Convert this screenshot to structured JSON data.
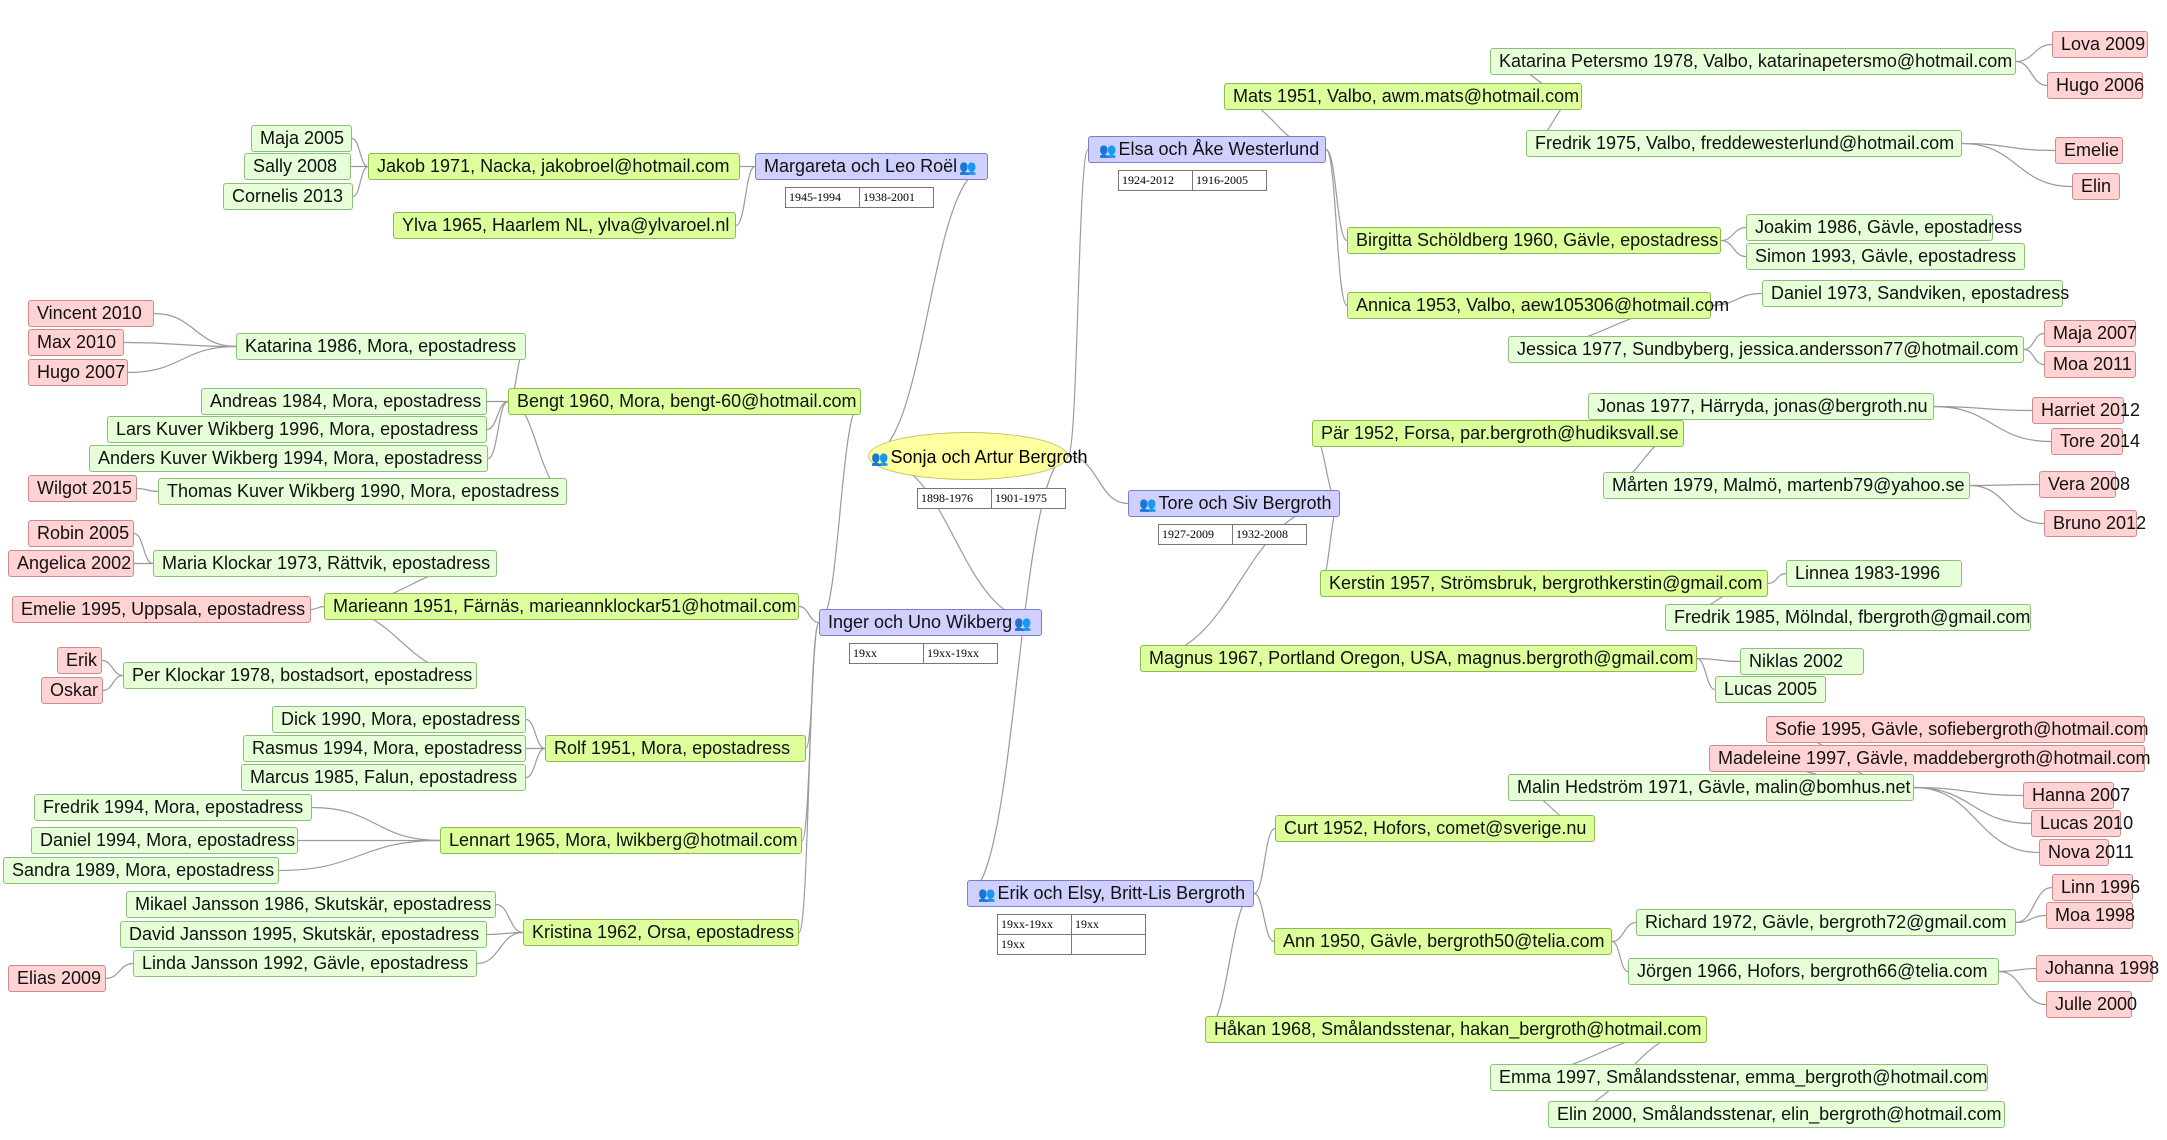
{
  "root": {
    "label": "Sonja och Artur Bergroth",
    "dates": [
      [
        "1898-1976",
        "1901-1975"
      ]
    ]
  },
  "couples": [
    {
      "id": "margareta",
      "label": "Margareta och Leo Roël",
      "dates": [
        [
          "1945-1994",
          "1938-2001"
        ]
      ]
    },
    {
      "id": "inger",
      "label": "Inger och Uno Wikberg",
      "dates": [
        [
          "19xx",
          "19xx-19xx"
        ]
      ]
    },
    {
      "id": "elsa",
      "label": "Elsa och Åke Westerlund",
      "dates": [
        [
          "1924-2012",
          "1916-2005"
        ]
      ]
    },
    {
      "id": "tore",
      "label": "Tore och Siv Bergroth",
      "dates": [
        [
          "1927-2009",
          "1932-2008"
        ]
      ]
    },
    {
      "id": "erik",
      "label": "Erik och Elsy, Britt-Lis Bergroth",
      "dates": [
        [
          "19xx-19xx",
          "19xx"
        ],
        [
          "19xx",
          ""
        ]
      ]
    }
  ],
  "people": [
    {
      "id": "jakob",
      "label": "Jakob 1971, Nacka, jakobroel@hotmail.com"
    },
    {
      "id": "ylva",
      "label": "Ylva 1965, Haarlem NL, ylva@ylvaroel.nl"
    },
    {
      "id": "maja2005",
      "label": "Maja 2005"
    },
    {
      "id": "sally",
      "label": "Sally 2008"
    },
    {
      "id": "cornelis",
      "label": "Cornelis 2013"
    },
    {
      "id": "katarina86",
      "label": "Katarina 1986, Mora, epostadress"
    },
    {
      "id": "vincent",
      "label": "Vincent 2010"
    },
    {
      "id": "max",
      "label": "Max 2010"
    },
    {
      "id": "hugo2007",
      "label": "Hugo 2007"
    },
    {
      "id": "bengt",
      "label": "Bengt 1960, Mora, bengt-60@hotmail.com"
    },
    {
      "id": "andreas",
      "label": "Andreas 1984, Mora, epostadress"
    },
    {
      "id": "lars",
      "label": "Lars Kuver Wikberg 1996, Mora, epostadress"
    },
    {
      "id": "anders",
      "label": "Anders Kuver Wikberg 1994, Mora, epostadress"
    },
    {
      "id": "thomas",
      "label": "Thomas Kuver Wikberg 1990, Mora, epostadress"
    },
    {
      "id": "wilgot",
      "label": "Wilgot 2015"
    },
    {
      "id": "maria",
      "label": "Maria Klockar 1973, Rättvik, epostadress"
    },
    {
      "id": "robin",
      "label": "Robin 2005"
    },
    {
      "id": "angelica",
      "label": "Angelica 2002"
    },
    {
      "id": "emelie1995",
      "label": "Emelie 1995, Uppsala, epostadress"
    },
    {
      "id": "marieann",
      "label": "Marieann 1951, Färnäs, marieannklockar51@hotmail.com"
    },
    {
      "id": "per",
      "label": "Per Klockar 1978, bostadsort, epostadress"
    },
    {
      "id": "erikk",
      "label": "Erik"
    },
    {
      "id": "oskar",
      "label": "Oskar"
    },
    {
      "id": "dick",
      "label": "Dick 1990, Mora, epostadress"
    },
    {
      "id": "rasmus",
      "label": "Rasmus 1994, Mora, epostadress"
    },
    {
      "id": "marcus",
      "label": "Marcus 1985, Falun, epostadress"
    },
    {
      "id": "rolf",
      "label": "Rolf 1951, Mora, epostadress"
    },
    {
      "id": "fredrik1994",
      "label": "Fredrik 1994, Mora, epostadress"
    },
    {
      "id": "daniel1994",
      "label": "Daniel 1994, Mora, epostadress"
    },
    {
      "id": "sandra",
      "label": "Sandra 1989, Mora, epostadress"
    },
    {
      "id": "lennart",
      "label": "Lennart 1965, Mora, lwikberg@hotmail.com"
    },
    {
      "id": "mikael",
      "label": "Mikael Jansson 1986, Skutskär, epostadress"
    },
    {
      "id": "david",
      "label": "David Jansson 1995, Skutskär, epostadress"
    },
    {
      "id": "linda",
      "label": "Linda Jansson 1992, Gävle, epostadress"
    },
    {
      "id": "elias",
      "label": "Elias 2009"
    },
    {
      "id": "kristina",
      "label": "Kristina 1962, Orsa, epostadress"
    },
    {
      "id": "mats",
      "label": "Mats 1951, Valbo, awm.mats@hotmail.com"
    },
    {
      "id": "katarinap",
      "label": "Katarina Petersmo 1978, Valbo, katarinapetersmo@hotmail.com"
    },
    {
      "id": "lova",
      "label": "Lova 2009"
    },
    {
      "id": "hugo2006",
      "label": "Hugo 2006"
    },
    {
      "id": "fredrik1975",
      "label": "Fredrik 1975, Valbo, freddewesterlund@hotmail.com"
    },
    {
      "id": "emelie",
      "label": "Emelie"
    },
    {
      "id": "elin",
      "label": "Elin"
    },
    {
      "id": "birgitta",
      "label": "Birgitta Schöldberg 1960, Gävle, epostadress"
    },
    {
      "id": "joakim",
      "label": "Joakim 1986, Gävle, epostadress"
    },
    {
      "id": "simon",
      "label": "Simon 1993, Gävle, epostadress"
    },
    {
      "id": "annica",
      "label": "Annica 1953, Valbo, aew105306@hotmail.com"
    },
    {
      "id": "daniel1973",
      "label": "Daniel 1973, Sandviken, epostadress"
    },
    {
      "id": "jessica",
      "label": "Jessica 1977, Sundbyberg, jessica.andersson77@hotmail.com"
    },
    {
      "id": "maja2007",
      "label": "Maja 2007"
    },
    {
      "id": "moa2011",
      "label": "Moa 2011"
    },
    {
      "id": "par",
      "label": "Pär 1952, Forsa, par.bergroth@hudiksvall.se"
    },
    {
      "id": "jonas",
      "label": "Jonas 1977, Härryda, jonas@bergroth.nu"
    },
    {
      "id": "harriet",
      "label": "Harriet 2012"
    },
    {
      "id": "tore2014",
      "label": "Tore 2014"
    },
    {
      "id": "marten",
      "label": "Mårten 1979, Malmö, martenb79@yahoo.se"
    },
    {
      "id": "vera",
      "label": "Vera 2008"
    },
    {
      "id": "bruno",
      "label": "Bruno 2012"
    },
    {
      "id": "kerstin",
      "label": "Kerstin 1957, Strömsbruk, bergrothkerstin@gmail.com"
    },
    {
      "id": "linnea",
      "label": "Linnea 1983-1996"
    },
    {
      "id": "fredrik1985",
      "label": "Fredrik 1985, Mölndal, fbergroth@gmail.com"
    },
    {
      "id": "magnus",
      "label": "Magnus 1967, Portland Oregon, USA, magnus.bergroth@gmail.com"
    },
    {
      "id": "niklas",
      "label": "Niklas 2002"
    },
    {
      "id": "lucas2005",
      "label": "Lucas 2005"
    },
    {
      "id": "sofie",
      "label": "Sofie 1995, Gävle, sofiebergroth@hotmail.com"
    },
    {
      "id": "madeleine",
      "label": "Madeleine 1997, Gävle, maddebergroth@hotmail.com"
    },
    {
      "id": "malin",
      "label": "Malin Hedström 1971, Gävle, malin@bomhus.net"
    },
    {
      "id": "hanna",
      "label": "Hanna 2007"
    },
    {
      "id": "lucas2010",
      "label": "Lucas 2010"
    },
    {
      "id": "nova",
      "label": "Nova 2011"
    },
    {
      "id": "curt",
      "label": "Curt 1952, Hofors, comet@sverige.nu"
    },
    {
      "id": "linn",
      "label": "Linn 1996"
    },
    {
      "id": "moa1998",
      "label": "Moa 1998"
    },
    {
      "id": "richard",
      "label": "Richard 1972, Gävle, bergroth72@gmail.com"
    },
    {
      "id": "ann",
      "label": "Ann 1950, Gävle, bergroth50@telia.com"
    },
    {
      "id": "jorgen",
      "label": "Jörgen 1966, Hofors, bergroth66@telia.com"
    },
    {
      "id": "johanna",
      "label": "Johanna 1998"
    },
    {
      "id": "julle",
      "label": "Julle 2000"
    },
    {
      "id": "hakan",
      "label": "Håkan 1968, Smålandsstenar, hakan_bergroth@hotmail.com"
    },
    {
      "id": "emma",
      "label": "Emma 1997, Smålandsstenar, emma_bergroth@hotmail.com"
    },
    {
      "id": "elin2000",
      "label": "Elin 2000, Smålandsstenar, elin_bergroth@hotmail.com"
    }
  ],
  "links": [
    [
      "root",
      "margareta"
    ],
    [
      "root",
      "inger"
    ],
    [
      "root",
      "elsa"
    ],
    [
      "root",
      "tore"
    ],
    [
      "root",
      "erik"
    ],
    [
      "margareta",
      "jakob"
    ],
    [
      "margareta",
      "ylva"
    ],
    [
      "jakob",
      "maja2005"
    ],
    [
      "jakob",
      "sally"
    ],
    [
      "jakob",
      "cornelis"
    ],
    [
      "inger",
      "bengt"
    ],
    [
      "inger",
      "marieann"
    ],
    [
      "inger",
      "rolf"
    ],
    [
      "inger",
      "lennart"
    ],
    [
      "inger",
      "kristina"
    ],
    [
      "bengt",
      "katarina86"
    ],
    [
      "bengt",
      "andreas"
    ],
    [
      "bengt",
      "lars"
    ],
    [
      "bengt",
      "anders"
    ],
    [
      "bengt",
      "thomas"
    ],
    [
      "katarina86",
      "vincent"
    ],
    [
      "katarina86",
      "max"
    ],
    [
      "katarina86",
      "hugo2007"
    ],
    [
      "thomas",
      "wilgot"
    ],
    [
      "marieann",
      "maria"
    ],
    [
      "marieann",
      "emelie1995"
    ],
    [
      "marieann",
      "per"
    ],
    [
      "maria",
      "robin"
    ],
    [
      "maria",
      "angelica"
    ],
    [
      "per",
      "erikk"
    ],
    [
      "per",
      "oskar"
    ],
    [
      "rolf",
      "dick"
    ],
    [
      "rolf",
      "rasmus"
    ],
    [
      "rolf",
      "marcus"
    ],
    [
      "lennart",
      "fredrik1994"
    ],
    [
      "lennart",
      "daniel1994"
    ],
    [
      "lennart",
      "sandra"
    ],
    [
      "kristina",
      "mikael"
    ],
    [
      "kristina",
      "david"
    ],
    [
      "kristina",
      "linda"
    ],
    [
      "linda",
      "elias"
    ],
    [
      "elsa",
      "mats"
    ],
    [
      "elsa",
      "birgitta"
    ],
    [
      "elsa",
      "annica"
    ],
    [
      "mats",
      "katarinap"
    ],
    [
      "mats",
      "fredrik1975"
    ],
    [
      "katarinap",
      "lova"
    ],
    [
      "katarinap",
      "hugo2006"
    ],
    [
      "fredrik1975",
      "emelie"
    ],
    [
      "fredrik1975",
      "elin"
    ],
    [
      "birgitta",
      "joakim"
    ],
    [
      "birgitta",
      "simon"
    ],
    [
      "annica",
      "daniel1973"
    ],
    [
      "annica",
      "jessica"
    ],
    [
      "jessica",
      "maja2007"
    ],
    [
      "jessica",
      "moa2011"
    ],
    [
      "tore",
      "par"
    ],
    [
      "tore",
      "kerstin"
    ],
    [
      "tore",
      "magnus"
    ],
    [
      "par",
      "jonas"
    ],
    [
      "par",
      "marten"
    ],
    [
      "jonas",
      "harriet"
    ],
    [
      "jonas",
      "tore2014"
    ],
    [
      "marten",
      "vera"
    ],
    [
      "marten",
      "bruno"
    ],
    [
      "kerstin",
      "linnea"
    ],
    [
      "kerstin",
      "fredrik1985"
    ],
    [
      "magnus",
      "niklas"
    ],
    [
      "magnus",
      "lucas2005"
    ],
    [
      "erik",
      "curt"
    ],
    [
      "erik",
      "ann"
    ],
    [
      "erik",
      "hakan"
    ],
    [
      "curt",
      "malin"
    ],
    [
      "malin",
      "sofie"
    ],
    [
      "malin",
      "madeleine"
    ],
    [
      "malin",
      "hanna"
    ],
    [
      "malin",
      "lucas2010"
    ],
    [
      "malin",
      "nova"
    ],
    [
      "ann",
      "richard"
    ],
    [
      "ann",
      "jorgen"
    ],
    [
      "richard",
      "linn"
    ],
    [
      "richard",
      "moa1998"
    ],
    [
      "jorgen",
      "johanna"
    ],
    [
      "jorgen",
      "julle"
    ],
    [
      "hakan",
      "emma"
    ],
    [
      "hakan",
      "elin2000"
    ]
  ],
  "colors": {
    "line": "#9a9a9a",
    "child": "#e6ffd9",
    "parent": "#ddff9b",
    "grandchild": "#ffd3d3",
    "couple": "#cfd0ff",
    "root": "#ffffa0"
  },
  "icons": {
    "couple": "couple-icon"
  }
}
